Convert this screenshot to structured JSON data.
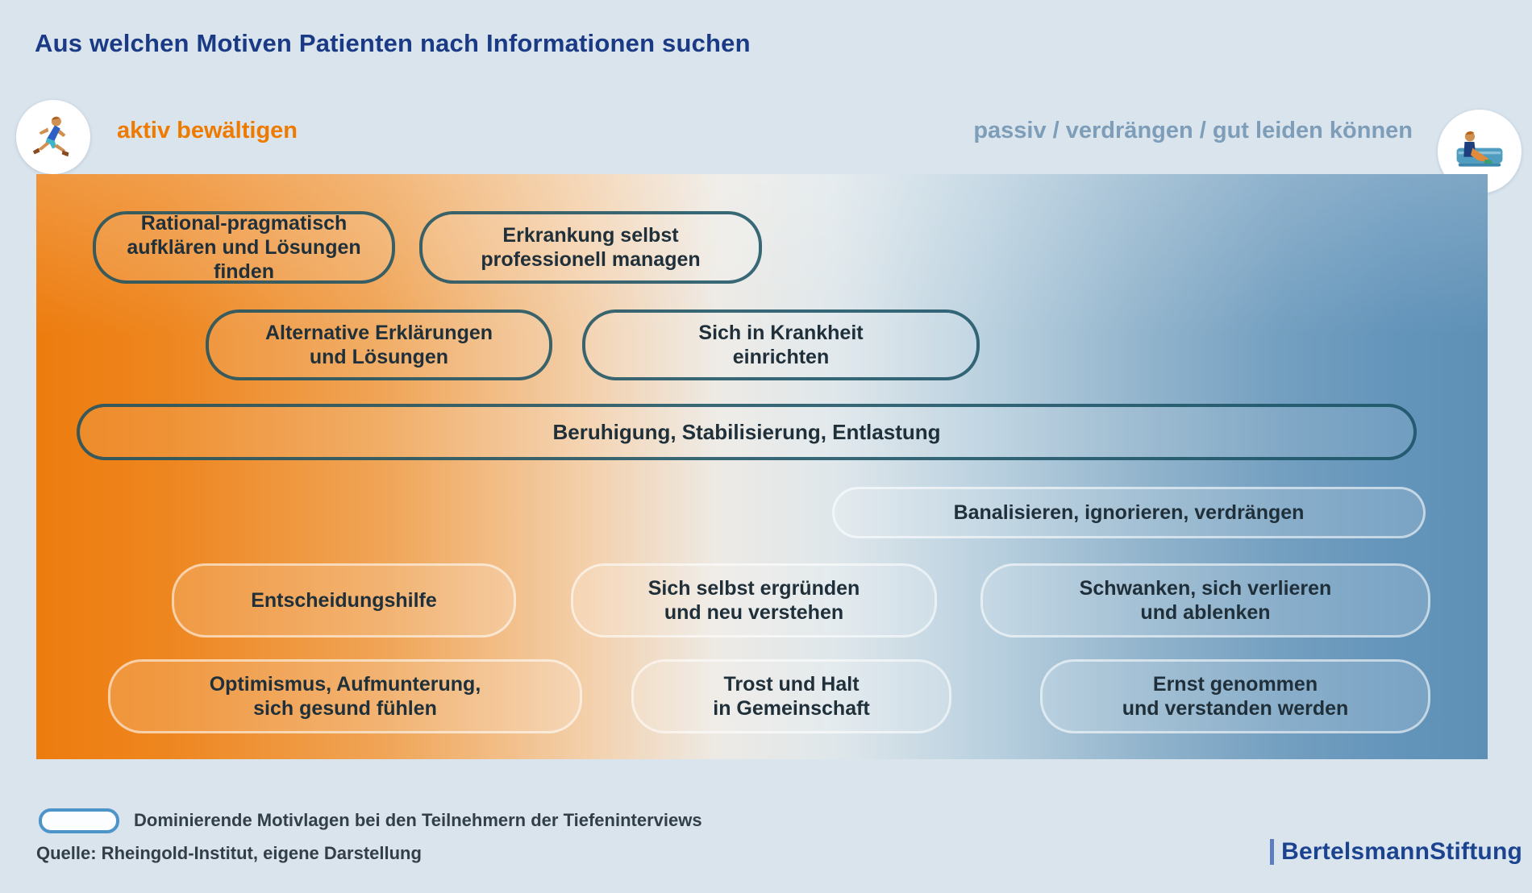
{
  "title": "Aus welchen Motiven Patienten nach Informationen suchen",
  "header": {
    "left_label": "aktiv bewältigen",
    "right_label": "passiv / verdrängen / gut leiden können",
    "left_icon": "running-person-icon",
    "right_icon": "resting-person-icon"
  },
  "motives": {
    "pills": [
      {
        "id": "r1a",
        "label": "Rational-pragmatisch\naufklären und Lösungen finden",
        "dominant": true
      },
      {
        "id": "r1b",
        "label": "Erkrankung selbst\nprofessionell managen",
        "dominant": true
      },
      {
        "id": "r2a",
        "label": "Alternative Erklärungen\nund Lösungen",
        "dominant": true
      },
      {
        "id": "r2b",
        "label": "Sich in Krankheit\neinrichten",
        "dominant": true
      },
      {
        "id": "r3",
        "label": "Beruhigung, Stabilisierung, Entlastung",
        "dominant": true
      },
      {
        "id": "r4",
        "label": "Banalisieren, ignorieren, verdrängen",
        "dominant": false
      },
      {
        "id": "r5a",
        "label": "Entscheidungshilfe",
        "dominant": false
      },
      {
        "id": "r5b",
        "label": "Sich selbst ergründen\nund neu verstehen",
        "dominant": false
      },
      {
        "id": "r5c",
        "label": "Schwanken, sich verlieren\nund ablenken",
        "dominant": false
      },
      {
        "id": "r6a",
        "label": "Optimismus, Aufmunterung,\nsich gesund fühlen",
        "dominant": false
      },
      {
        "id": "r6b",
        "label": "Trost und Halt\nin Gemeinschaft",
        "dominant": false
      },
      {
        "id": "r6c",
        "label": "Ernst genommen\nund verstanden werden",
        "dominant": false
      }
    ]
  },
  "legend": {
    "label": "Dominierende Motivlagen bei den Teilnehmern der Tiefeninterviews"
  },
  "source": "Quelle: Rheingold-Institut, eigene Darstellung",
  "logo": {
    "text": "BertelsmannStiftung"
  },
  "colors": {
    "background": "#d9e4ed",
    "gradient_left_orange": "#ed7c0e",
    "gradient_right_blue": "#5e90b6",
    "accent_orange": "#ee7a00",
    "accent_blue_gray": "#7e9db8",
    "title_navy": "#1a3a85",
    "dominant_pill_border": "#17505e",
    "light_pill_border": "#ffffff",
    "legend_swatch_border": "#4d95c9",
    "logo_blue": "#1c4390",
    "pill_text": "#20303a"
  }
}
